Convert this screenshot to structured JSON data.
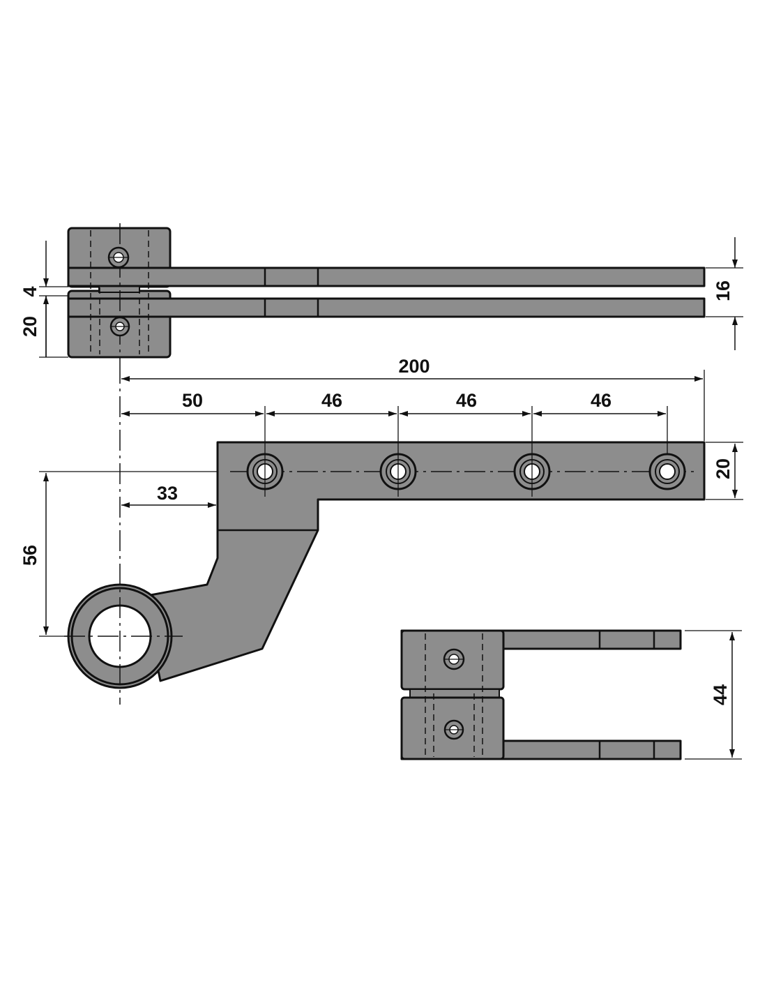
{
  "dimensions": {
    "gap": "4",
    "block_height": "20",
    "plate_thickness": "16",
    "overall_length": "200",
    "first_hole": "50",
    "hole_pitch_1": "46",
    "hole_pitch_2": "46",
    "hole_pitch_3": "46",
    "plate_width": "20",
    "offset": "33",
    "height": "56",
    "side_height": "44"
  }
}
